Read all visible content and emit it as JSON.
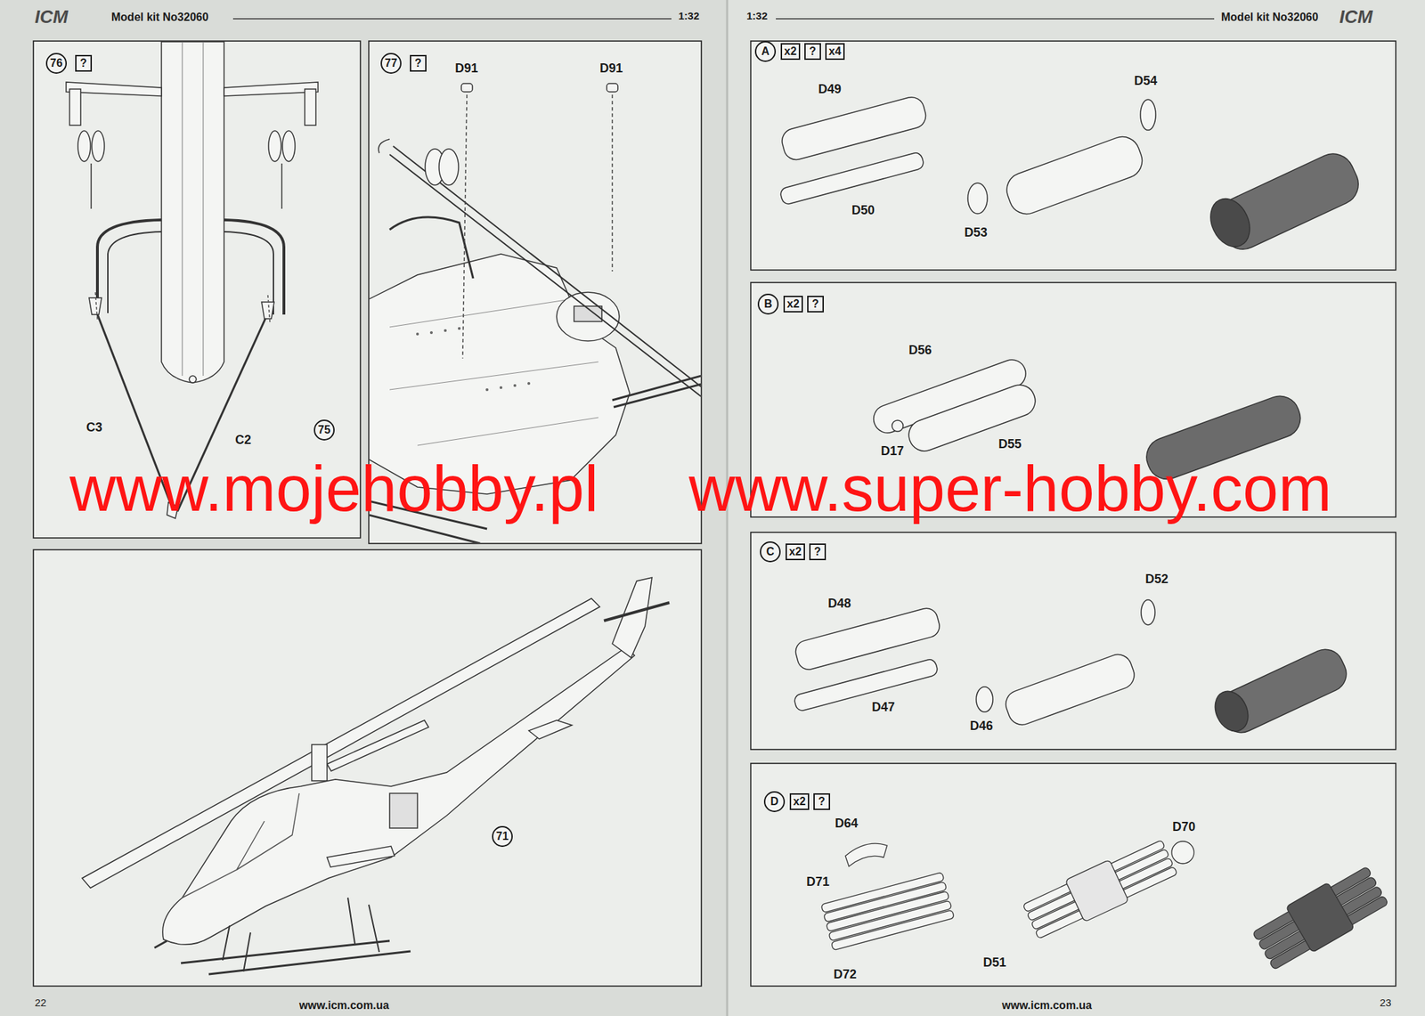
{
  "diagram": {
    "nodes": [
      {
        "text": [
          "76"
        ]
      },
      {
        "text": [
          "?"
        ]
      },
      {
        "text": [
          "75"
        ]
      },
      {
        "text": [
          "77"
        ]
      },
      {
        "text": [
          "?"
        ]
      },
      {
        "text": [
          "71"
        ]
      },
      {
        "text": [
          "A"
        ]
      },
      {
        "text": [
          "x2"
        ]
      },
      {
        "text": [
          "?"
        ]
      },
      {
        "text": [
          "x4"
        ]
      },
      {
        "text": [
          "B"
        ]
      },
      {
        "text": [
          "x2"
        ]
      },
      {
        "text": [
          "?"
        ]
      },
      {
        "text": [
          "C"
        ]
      },
      {
        "text": [
          "x2"
        ]
      },
      {
        "text": [
          "?"
        ]
      },
      {
        "text": [
          "D"
        ]
      },
      {
        "text": [
          "x2"
        ]
      },
      {
        "text": [
          "?"
        ]
      }
    ],
    "edges": [],
    "labels": [
      "ICM",
      "Model kit No32060",
      "1:32",
      "1:32",
      "Model kit No32060",
      "ICM",
      "C3",
      "C2",
      "D91",
      "D91",
      "D49",
      "D54",
      "D50",
      "D53",
      "D56",
      "D17",
      "D55",
      "D48",
      "D52",
      "D47",
      "D46",
      "D64",
      "D70",
      "D71",
      "D72",
      "D51",
      "www.mojehobby.pl",
      "www.super-hobby.com",
      "22",
      "23",
      "www.icm.com.ua",
      "www.icm.com.ua"
    ]
  }
}
